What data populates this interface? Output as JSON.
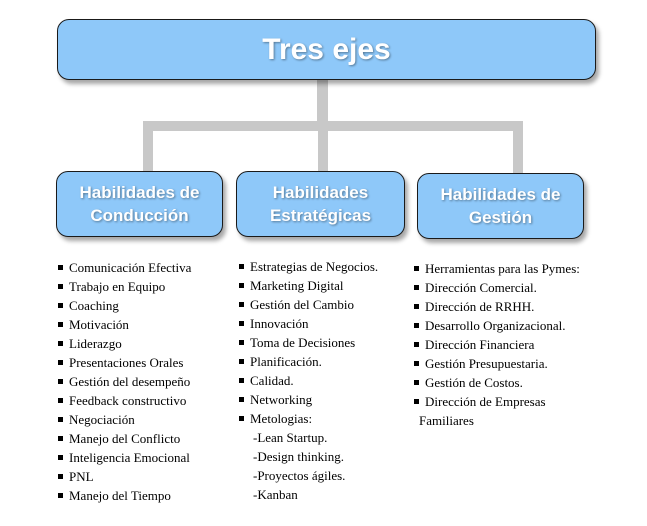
{
  "title": "Tres ejes",
  "axes": [
    {
      "label": "Habilidades de Conducción",
      "items": [
        {
          "text": "Comunicación Efectiva"
        },
        {
          "text": "Trabajo en Equipo"
        },
        {
          "text": "Coaching"
        },
        {
          "text": "Motivación"
        },
        {
          "text": "Liderazgo"
        },
        {
          "text": "Presentaciones Orales"
        },
        {
          "text": "Gestión del desempeño"
        },
        {
          "text": "Feedback constructivo"
        },
        {
          "text": "Negociación"
        },
        {
          "text": "Manejo del Conflicto"
        },
        {
          "text": "Inteligencia Emocional"
        },
        {
          "text": "PNL"
        },
        {
          "text": "Manejo del Tiempo"
        }
      ]
    },
    {
      "label": "Habilidades Estratégicas",
      "items": [
        {
          "text": "Estrategias de Negocios."
        },
        {
          "text": "Marketing Digital"
        },
        {
          "text": "Gestión del Cambio"
        },
        {
          "text": "Innovación"
        },
        {
          "text": "Toma de Decisiones"
        },
        {
          "text": "Planificación."
        },
        {
          "text": "Calidad."
        },
        {
          "text": "Networking"
        },
        {
          "text": "Metologias:"
        },
        {
          "text": "-Lean Startup.",
          "sub": true
        },
        {
          "text": "-Design thinking.",
          "sub": true
        },
        {
          "text": "-Proyectos ágiles.",
          "sub": true
        },
        {
          "text": "-Kanban",
          "sub": true
        }
      ]
    },
    {
      "label": "Habilidades de Gestión",
      "items": [
        {
          "text": "Herramientas para las Pymes:"
        },
        {
          "text": "Dirección Comercial."
        },
        {
          "text": "Dirección de RRHH."
        },
        {
          "text": "Desarrollo Organizacional."
        },
        {
          "text": "Dirección Financiera"
        },
        {
          "text": "Gestión Presupuestaria."
        },
        {
          "text": "Gestión de Costos."
        },
        {
          "text": "Dirección de Empresas"
        },
        {
          "text": "Familiares",
          "cont": true
        }
      ]
    }
  ],
  "colors": {
    "box_fill": "#8ec8f9",
    "connector": "#c8c8c8",
    "box_text": "#ffffff"
  }
}
